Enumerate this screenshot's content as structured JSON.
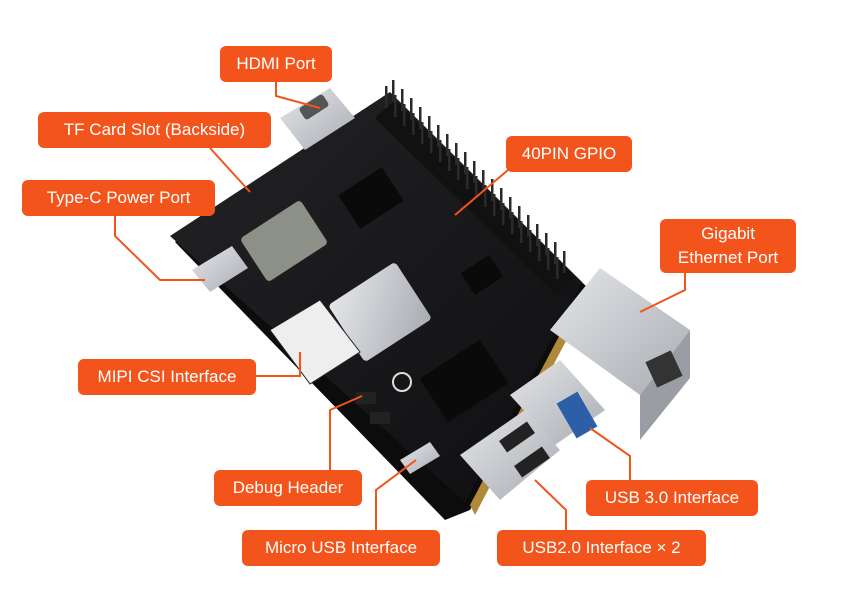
{
  "labels": {
    "hdmi": "HDMI Port",
    "tf_card": "TF Card Slot (Backside)",
    "type_c": "Type-C Power Port",
    "gpio": "40PIN GPIO",
    "ethernet_line1": "Gigabit",
    "ethernet_line2": "Ethernet Port",
    "mipi": "MIPI CSI Interface",
    "debug": "Debug Header",
    "micro_usb": "Micro USB Interface",
    "usb3": "USB 3.0 Interface",
    "usb2": "USB2.0 Interface × 2"
  },
  "colors": {
    "callout": "#f2541b",
    "leader": "#f2541b",
    "board": "#1a1a1c",
    "metal": "#c9cbcf"
  }
}
